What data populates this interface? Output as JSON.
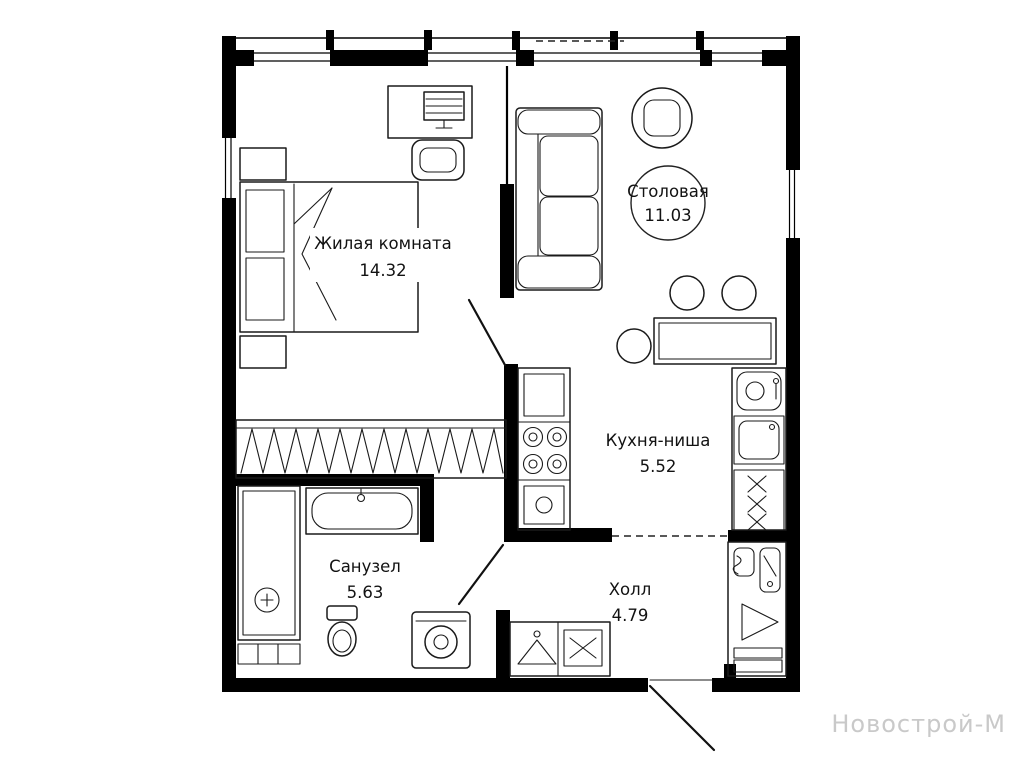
{
  "colors": {
    "background": "#ffffff",
    "walls": "#000000",
    "furniture_lines": "#1a1a1a",
    "watermark": "#c9c9c9"
  },
  "floorplan": {
    "watermark": "Новострой-М",
    "rooms": {
      "living": {
        "name": "Жилая комната",
        "area": "14.32"
      },
      "dining": {
        "name": "Столовая",
        "area": "11.03"
      },
      "kitchen": {
        "name": "Кухня-ниша",
        "area": "5.52"
      },
      "bathroom": {
        "name": "Санузел",
        "area": "5.63"
      },
      "hall": {
        "name": "Холл",
        "area": "4.79"
      }
    }
  }
}
